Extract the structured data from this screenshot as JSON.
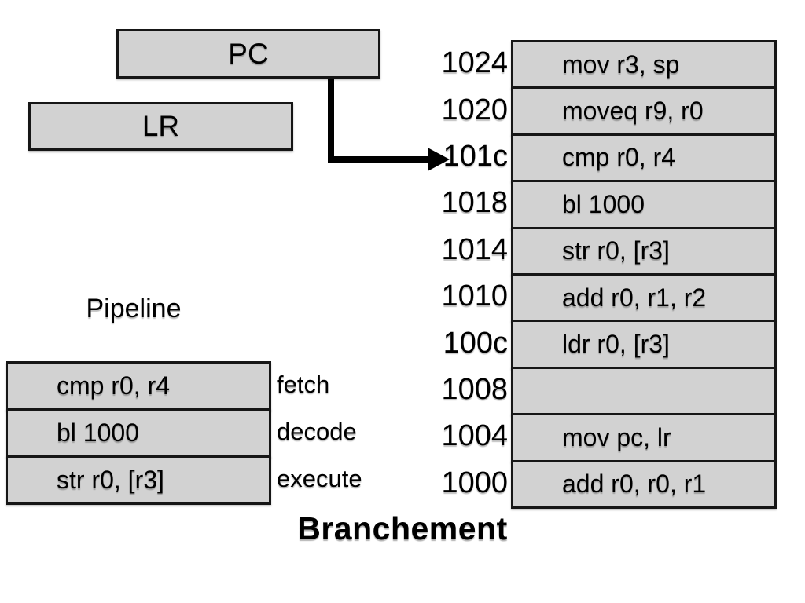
{
  "title": "Branchement",
  "registers": {
    "pc_label": "PC",
    "lr_label": "LR"
  },
  "pipeline": {
    "heading": "Pipeline",
    "rows": [
      {
        "instruction": "cmp r0, r4",
        "stage": "fetch"
      },
      {
        "instruction": "bl 1000",
        "stage": "decode"
      },
      {
        "instruction": "str r0, [r3]",
        "stage": "execute"
      }
    ]
  },
  "memory": {
    "rows": [
      {
        "address": "1024",
        "instruction": "mov r3, sp",
        "pointed_by_pc": false
      },
      {
        "address": "1020",
        "instruction": "moveq r9, r0",
        "pointed_by_pc": false
      },
      {
        "address": "101c",
        "instruction": "cmp r0, r4",
        "pointed_by_pc": true
      },
      {
        "address": "1018",
        "instruction": "bl 1000",
        "pointed_by_pc": false
      },
      {
        "address": "1014",
        "instruction": "str r0, [r3]",
        "pointed_by_pc": false
      },
      {
        "address": "1010",
        "instruction": "add r0, r1, r2",
        "pointed_by_pc": false
      },
      {
        "address": "100c",
        "instruction": "ldr r0, [r3]",
        "pointed_by_pc": false
      },
      {
        "address": "1008",
        "instruction": "",
        "pointed_by_pc": false
      },
      {
        "address": "1004",
        "instruction": "mov pc, lr",
        "pointed_by_pc": false
      },
      {
        "address": "1000",
        "instruction": "add r0, r0, r1",
        "pointed_by_pc": false
      }
    ]
  },
  "colors": {
    "box_fill": "#d2d2d2",
    "box_border": "#161616",
    "arrow": "#000000",
    "text": "#000000",
    "background": "#ffffff"
  }
}
